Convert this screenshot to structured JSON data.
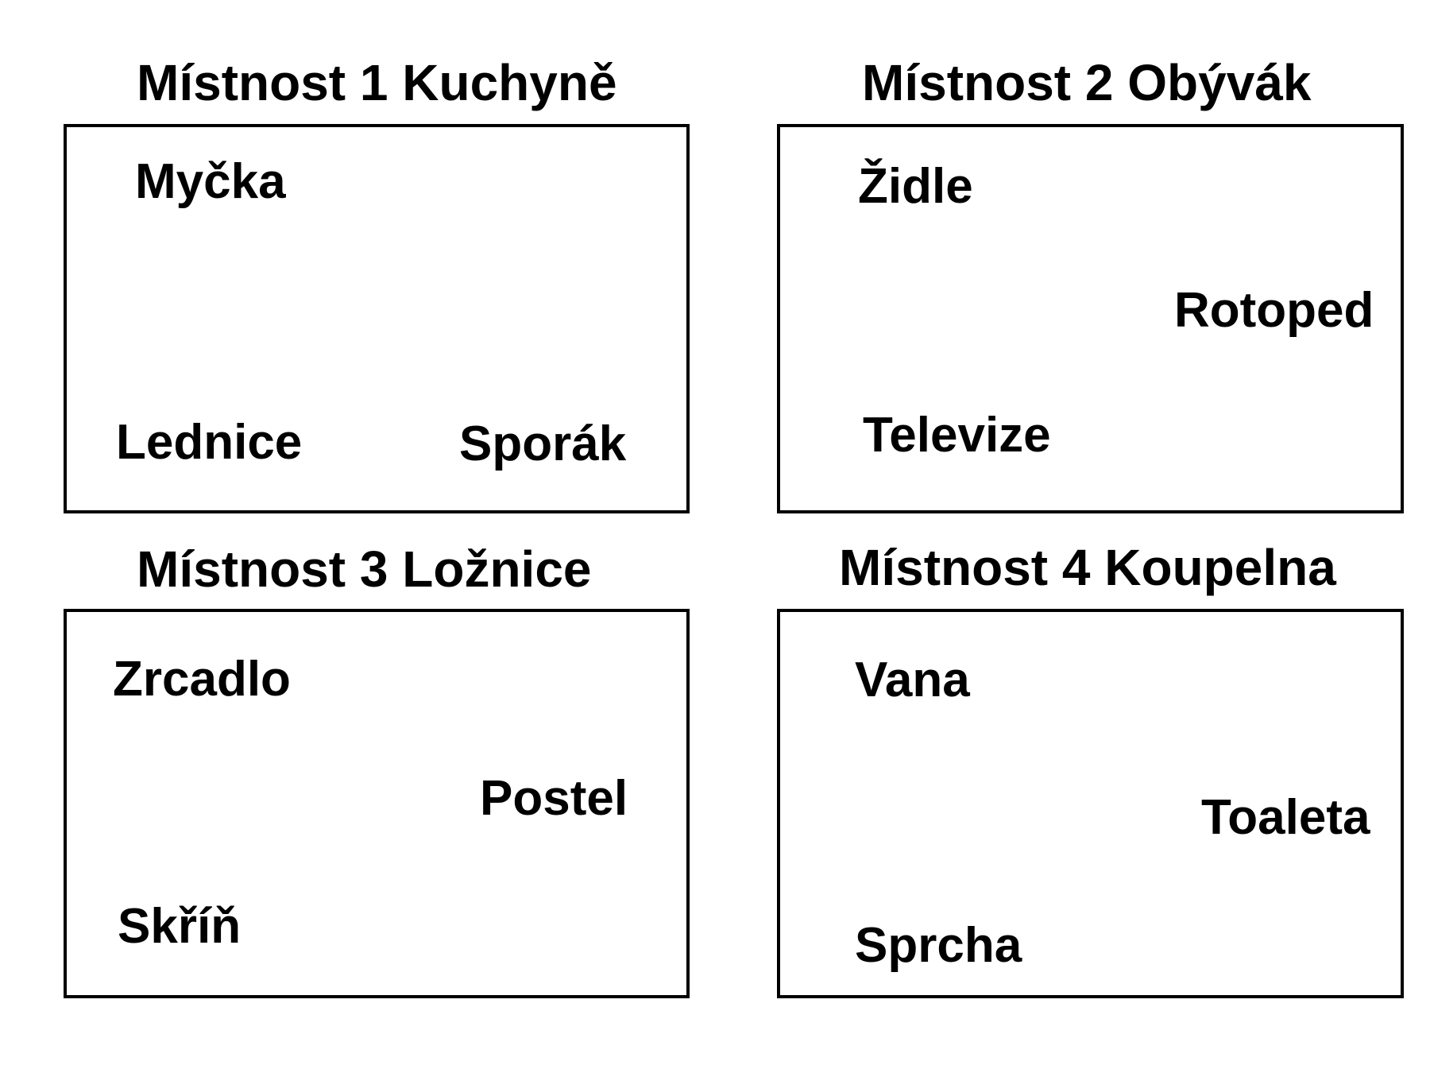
{
  "rooms": [
    {
      "title": "Místnost 1 Kuchyně",
      "items": [
        "Myčka",
        "Lednice",
        "Sporák"
      ]
    },
    {
      "title": "Místnost 2 Obývák",
      "items": [
        "Židle",
        "Rotoped",
        "Televize"
      ]
    },
    {
      "title": "Místnost 3 Ložnice",
      "items": [
        "Zrcadlo",
        "Postel",
        "Skříň"
      ]
    },
    {
      "title": "Místnost 4 Koupelna",
      "items": [
        "Vana",
        "Toaleta",
        "Sprcha"
      ]
    }
  ]
}
